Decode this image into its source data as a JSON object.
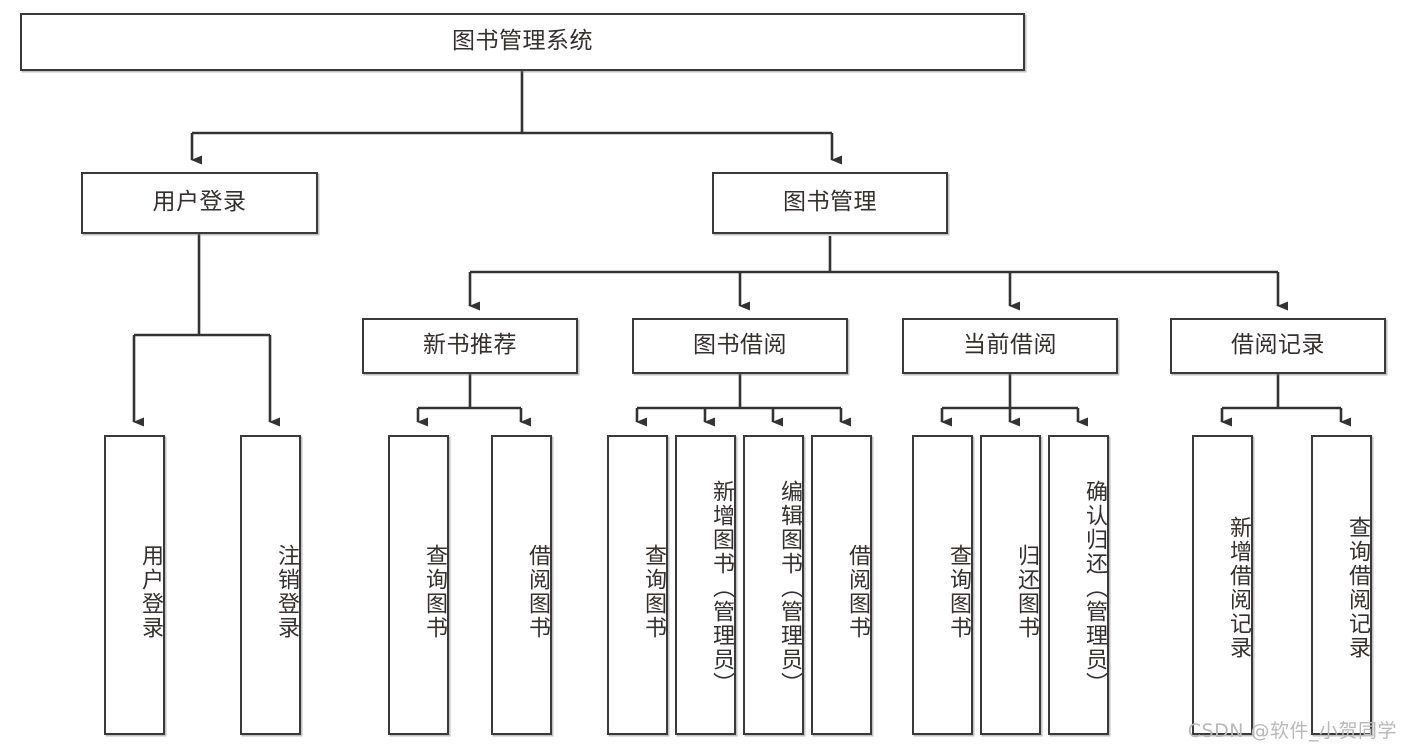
{
  "diagram": {
    "title": "图书管理系统",
    "type": "hierarchy-tree",
    "colors": {
      "box_border": "#3a3a3a",
      "box_fill": "#ffffff",
      "text": "#33302f",
      "connector": "#333333",
      "watermark": "#b9b9b9"
    },
    "levels": {
      "level1": [
        {
          "id": "root",
          "label": "图书管理系统"
        }
      ],
      "level2": [
        {
          "id": "user-login",
          "label": "用户登录"
        },
        {
          "id": "book-manage",
          "label": "图书管理"
        }
      ],
      "level3": [
        {
          "id": "new-book-recommend",
          "label": "新书推荐"
        },
        {
          "id": "book-borrow",
          "label": "图书借阅"
        },
        {
          "id": "current-borrow",
          "label": "当前借阅"
        },
        {
          "id": "borrow-record",
          "label": "借阅记录"
        }
      ],
      "level4": [
        {
          "id": "leaf-user-login",
          "label": "用户登录",
          "parent": "user-login"
        },
        {
          "id": "leaf-logout-login",
          "label": "注销登录",
          "parent": "user-login"
        },
        {
          "id": "leaf-query-book-1",
          "label": "查询图书",
          "parent": "new-book-recommend"
        },
        {
          "id": "leaf-borrow-book-1",
          "label": "借阅图书",
          "parent": "new-book-recommend"
        },
        {
          "id": "leaf-query-book-2",
          "label": "查询图书",
          "parent": "book-borrow"
        },
        {
          "id": "leaf-add-book",
          "label": "新增图书（管理员）",
          "parent": "book-borrow"
        },
        {
          "id": "leaf-edit-book",
          "label": "编辑图书（管理员）",
          "parent": "book-borrow"
        },
        {
          "id": "leaf-borrow-book-2",
          "label": "借阅图书",
          "parent": "book-borrow"
        },
        {
          "id": "leaf-query-book-3",
          "label": "查询图书",
          "parent": "current-borrow"
        },
        {
          "id": "leaf-return-book",
          "label": "归还图书",
          "parent": "current-borrow"
        },
        {
          "id": "leaf-confirm-return",
          "label": "确认归还（管理员）",
          "parent": "current-borrow"
        },
        {
          "id": "leaf-add-borrow-record",
          "label": "新增借阅记录",
          "parent": "borrow-record"
        },
        {
          "id": "leaf-query-borrow-record",
          "label": "查询借阅记录",
          "parent": "borrow-record"
        }
      ]
    },
    "watermark": "CSDN @软件_小贺同学"
  }
}
